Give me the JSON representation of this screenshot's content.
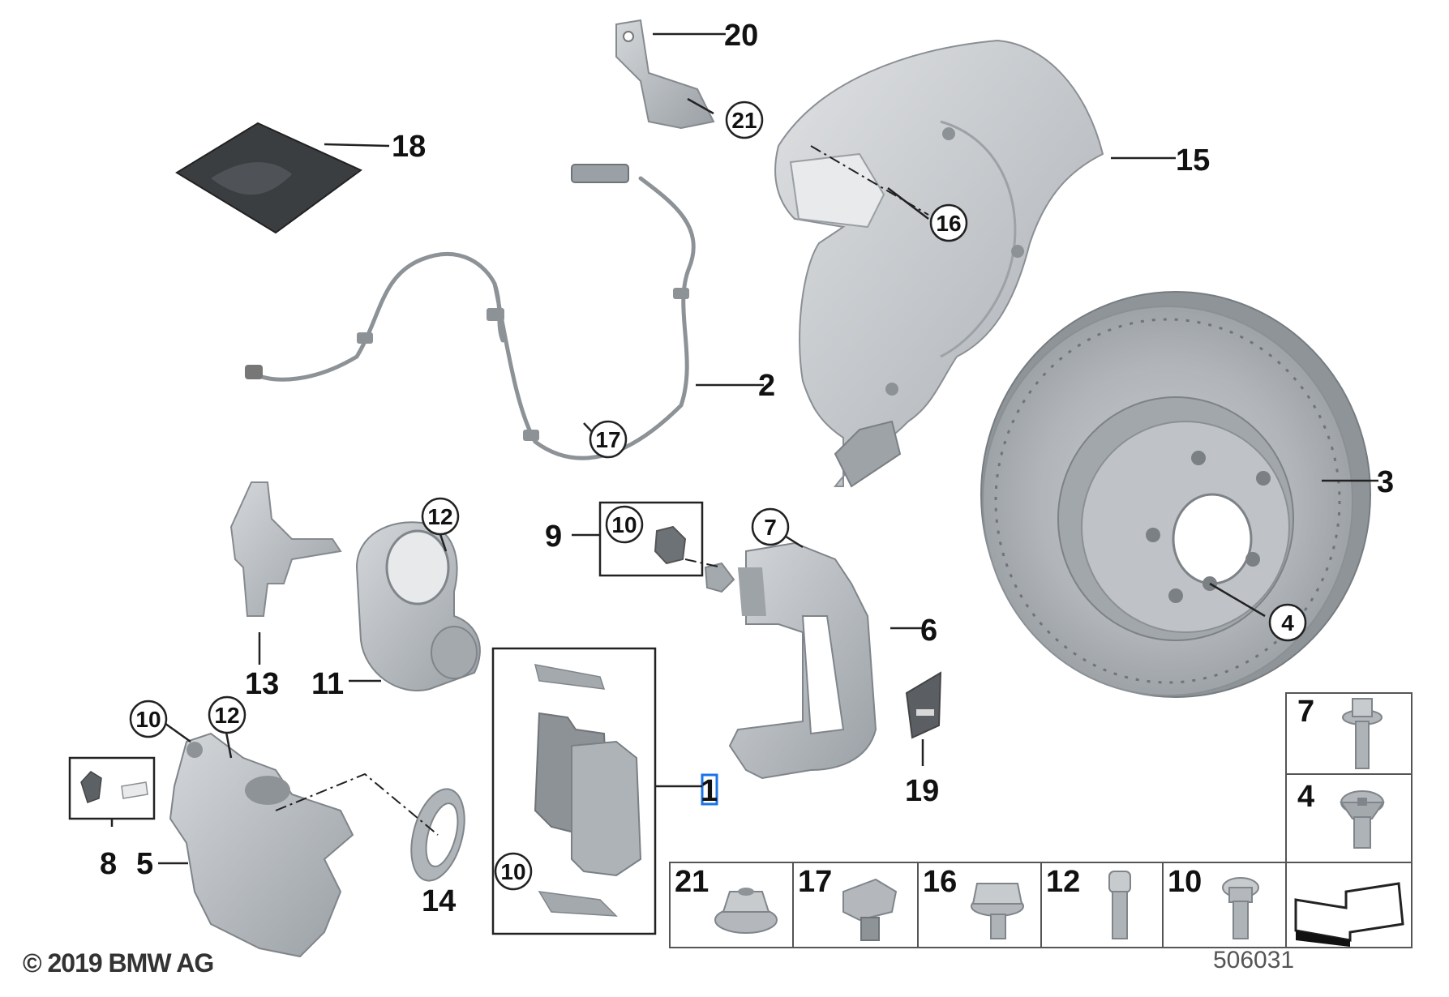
{
  "callouts": {
    "c1": "1",
    "c2": "2",
    "c3": "3",
    "c4": "4",
    "c5": "5",
    "c6": "6",
    "c7": "7",
    "c8": "8",
    "c9": "9",
    "c10a": "10",
    "c10b": "10",
    "c10c": "10",
    "c11": "11",
    "c12a": "12",
    "c12b": "12",
    "c13": "13",
    "c14": "14",
    "c15": "15",
    "c16": "16",
    "c17": "17",
    "c18": "18",
    "c19": "19",
    "c20": "20",
    "c21": "21"
  },
  "legend": {
    "side": [
      {
        "label": "7",
        "icon": "flange-bolt-icon"
      },
      {
        "label": "4",
        "icon": "countersunk-screw-icon"
      }
    ],
    "bottom": [
      {
        "label": "21",
        "icon": "flange-nut-icon"
      },
      {
        "label": "17",
        "icon": "clip-icon"
      },
      {
        "label": "16",
        "icon": "hex-bolt-icon"
      },
      {
        "label": "12",
        "icon": "socket-screw-icon"
      },
      {
        "label": "10",
        "icon": "torx-bolt-icon"
      },
      {
        "label": "",
        "icon": "arrow-icon"
      }
    ]
  },
  "footer": {
    "copyright": "© 2019 BMW AG",
    "diagram_id": "506031"
  }
}
